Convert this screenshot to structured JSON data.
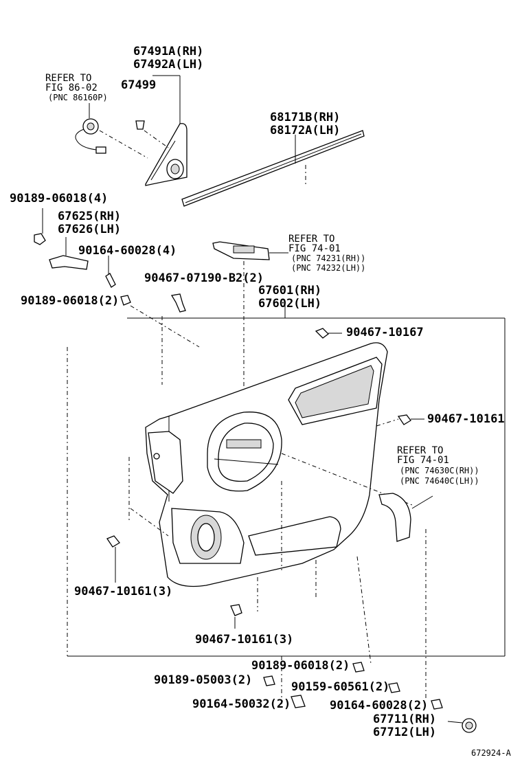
{
  "labels": {
    "p67491": "67491A(RH)",
    "p67492": "67492A(LH)",
    "p67499": "67499",
    "p68171": "68171B(RH)",
    "p68172": "68172A(LH)",
    "p90189_top": "90189-06018(4)",
    "p67625": "67625(RH)",
    "p67626": "67626(LH)",
    "p90164_a": "90164-60028(4)",
    "p90467_b2": "90467-07190-B2(2)",
    "p90189_2": "90189-06018(2)",
    "p67601": "67601(RH)",
    "p67602": "67602(LH)",
    "p90467_10167": "90467-10167",
    "p90467_10161": "90467-10161",
    "p90467_10161_l": "90467-10161(3)",
    "p90467_10161_b": "90467-10161(3)",
    "p90189_bot": "90189-06018(2)",
    "p90189_05003": "90189-05003(2)",
    "p90159": "90159-60561(2)",
    "p90164_50032": "90164-50032(2)",
    "p90164_b": "90164-60028(2)",
    "p67711": "67711(RH)",
    "p67712": "67712(LH)"
  },
  "refs": {
    "r1": {
      "l1": "REFER TO",
      "l2": "FIG 86-02",
      "l3": "(PNC 86160P)"
    },
    "r2": {
      "l1": "REFER TO",
      "l2": "FIG 74-01",
      "l3": "(PNC 74231(RH))",
      "l4": "(PNC 74232(LH))"
    },
    "r3": {
      "l1": "REFER TO",
      "l2": "FIG 74-01",
      "l3": "(PNC 74630C(RH))",
      "l4": "(PNC 74640C(LH))"
    }
  },
  "figure_code": "672924-A",
  "icons": [
    "speaker-icon",
    "clip-icon",
    "bolt-icon",
    "screw-icon",
    "door-trim-panel-icon",
    "weatherstrip-icon",
    "handle-icon"
  ]
}
